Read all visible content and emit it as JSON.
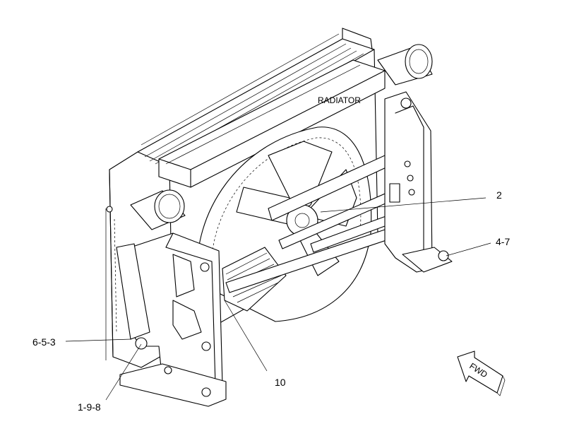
{
  "labels": {
    "radiator": "RADIATOR",
    "fwd": "FWD"
  },
  "callouts": {
    "c2": "2",
    "c4_7": "4-7",
    "c6_5_3": "6-5-3",
    "c1_9_8": "1-9-8",
    "c10": "10"
  }
}
